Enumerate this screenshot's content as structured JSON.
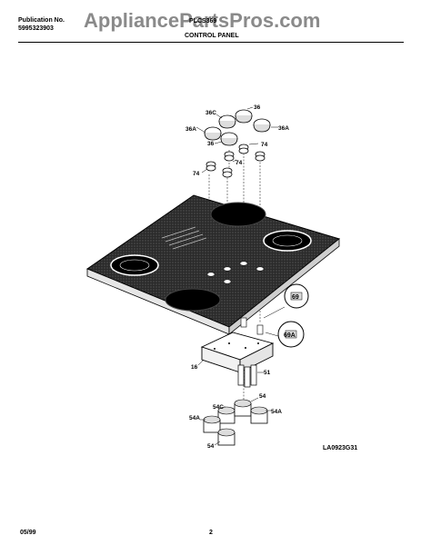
{
  "header": {
    "publication_label": "Publication No.",
    "publication_number": "5995323903",
    "watermark": "AppliancePartsPros.com",
    "model": "PLCS369",
    "section_title": "CONTROL PANEL"
  },
  "diagram": {
    "code": "LA0923G31",
    "part_labels": {
      "knob_36": "36",
      "knob_36c": "36C",
      "knob_36a_left": "36A",
      "knob_36a_right": "36A",
      "knob_36_lower": "36",
      "seal_74_a": "74",
      "seal_74_b": "74",
      "seal_74_c": "74",
      "screw_69": "69",
      "screw_69a": "69A",
      "bracket_16": "16",
      "switch_51": "51",
      "switch_54": "54",
      "switch_54a": "54A",
      "switch_54c": "54C",
      "switch_54a_left": "54A",
      "switch_54_bottom": "54"
    }
  },
  "footer": {
    "date": "05/99",
    "page": "2"
  }
}
